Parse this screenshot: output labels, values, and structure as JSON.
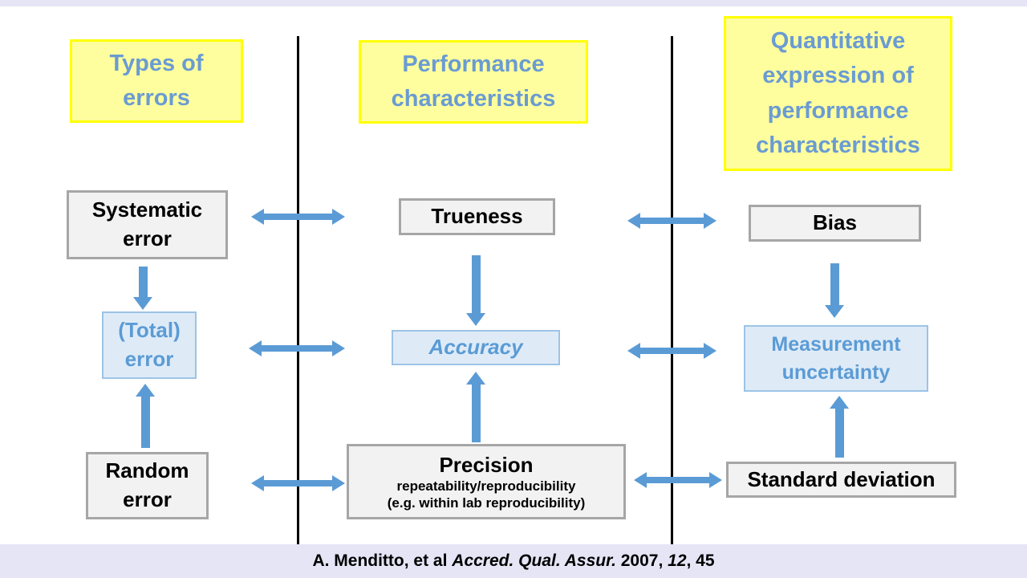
{
  "colors": {
    "arrow_blue": "#5B9BD5",
    "header_text_blue": "#6A9BD2",
    "yellow_fill": "#FEFE9E",
    "yellow_border": "#FFFF00",
    "gray_fill": "#F2F2F2",
    "gray_border": "#A6A6A6",
    "blue_box_fill": "#DEEBF7",
    "blue_box_border": "#9DC3E6",
    "lavender_strip": "#E5E5F6"
  },
  "headers": {
    "types_of_errors": "Types of\nerrors",
    "performance_characteristics": "Performance\ncharacteristics",
    "quantitative_expression": "Quantitative\nexpression of\nperformance\ncharacteristics"
  },
  "boxes": {
    "systematic_error": "Systematic\nerror",
    "trueness": "Trueness",
    "bias": "Bias",
    "total_error": "(Total)\nerror",
    "accuracy": "Accuracy",
    "measurement_uncertainty": "Measurement\nuncertainty",
    "random_error": "Random\nerror",
    "precision": {
      "title": "Precision",
      "line2": "repeatability/reproducibility",
      "line3": "(e.g. within lab reproducibility)"
    },
    "standard_deviation": "Standard deviation"
  },
  "citation": {
    "part1": "A. Menditto, et al ",
    "part2_italic": "Accred. Qual. Assur.",
    "part3": " 2007, ",
    "part4_italic": "12",
    "part5": ", 45"
  }
}
